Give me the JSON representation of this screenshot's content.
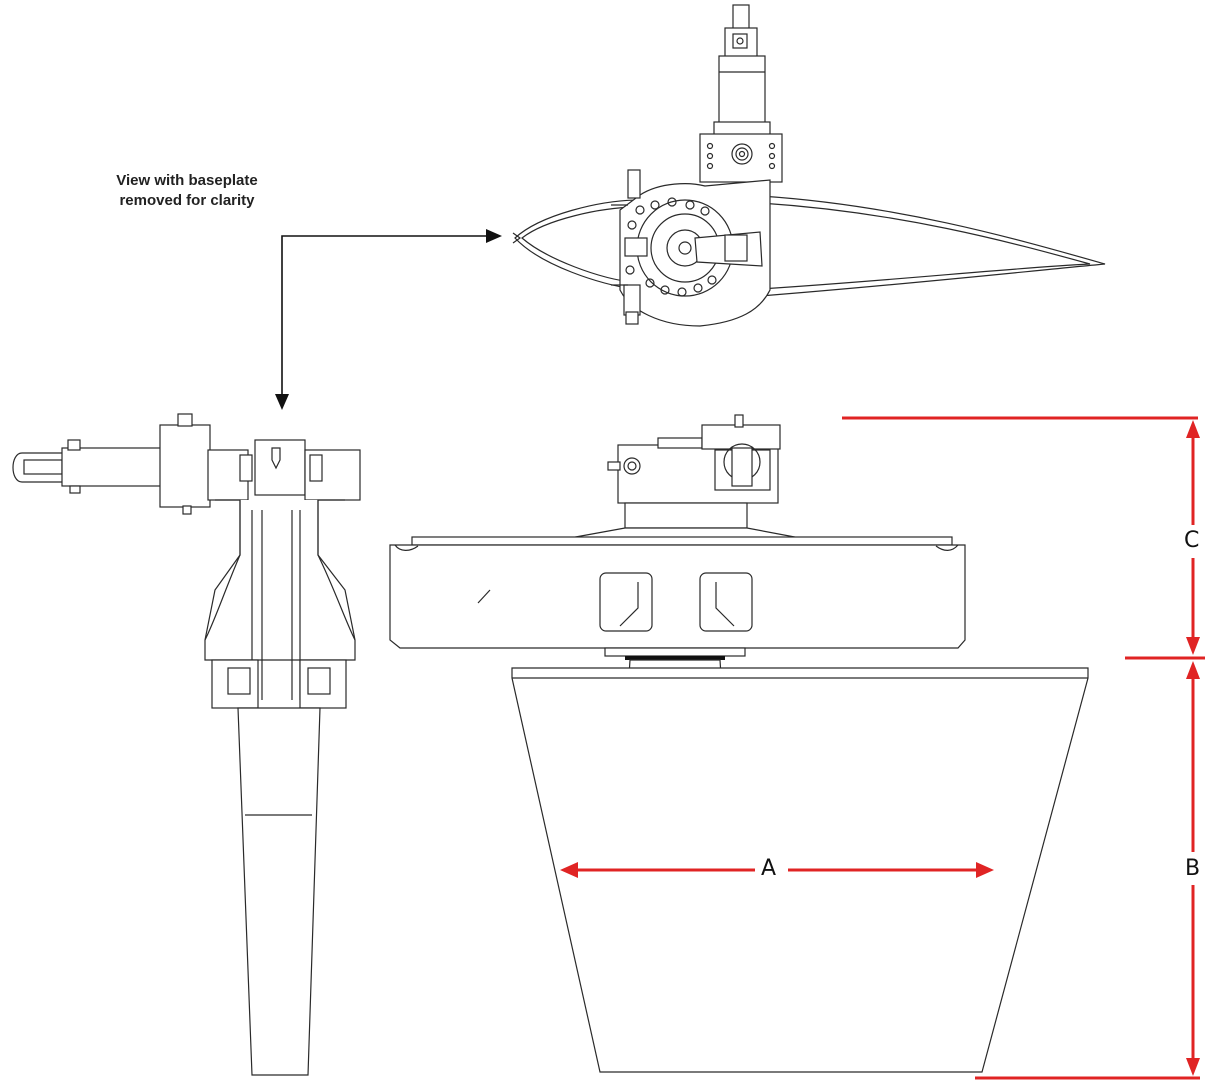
{
  "note": {
    "line1": "View with baseplate",
    "line2": "removed for clarity"
  },
  "dimensions": {
    "a": "A",
    "b": "B",
    "c": "C"
  },
  "colors": {
    "dimension_lines": "#e02424",
    "drawing_lines": "#2a2a2a"
  }
}
